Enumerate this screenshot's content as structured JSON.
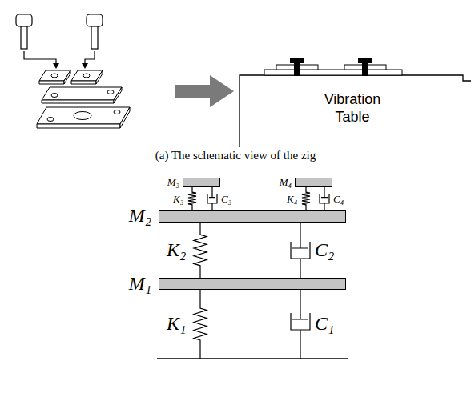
{
  "diagram": {
    "caption": "(a) The schematic view of the zig",
    "nodes": [
      {
        "text": [
          "Vibration Table"
        ]
      },
      {
        "text": [
          "M₃"
        ]
      },
      {
        "text": [
          "M₄"
        ]
      },
      {
        "text": [
          "M₂"
        ]
      },
      {
        "text": [
          "M₁"
        ]
      }
    ],
    "edges": [
      {
        "from": 1,
        "to": 3,
        "arrow": "none",
        "label": "K₃"
      },
      {
        "from": 1,
        "to": 3,
        "arrow": "none",
        "label": "C₃"
      },
      {
        "from": 2,
        "to": 3,
        "arrow": "none",
        "label": "K₄"
      },
      {
        "from": 2,
        "to": 3,
        "arrow": "none",
        "label": "C₄"
      },
      {
        "from": 3,
        "to": 4,
        "arrow": "none",
        "label": "K₂"
      },
      {
        "from": 3,
        "to": 4,
        "arrow": "none",
        "label": "C₂"
      }
    ],
    "labels": [
      "K₁",
      "C₁"
    ]
  }
}
